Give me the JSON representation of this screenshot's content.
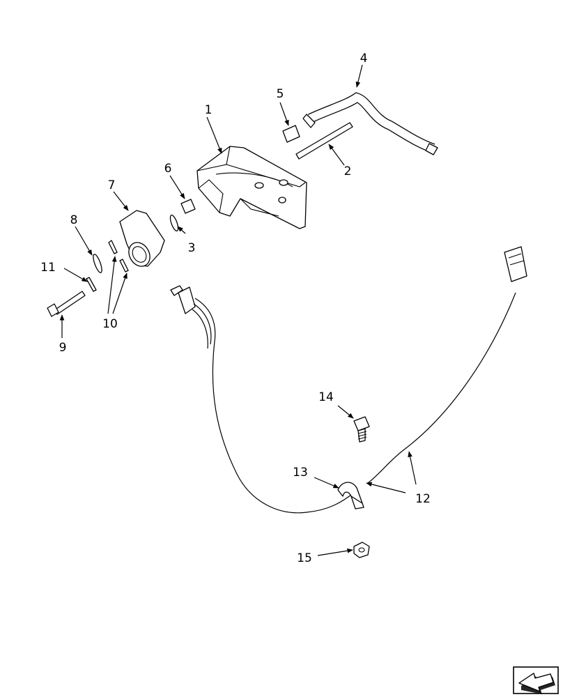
{
  "diagram": {
    "callouts": [
      {
        "id": "c1",
        "label": "1"
      },
      {
        "id": "c2",
        "label": "2"
      },
      {
        "id": "c3",
        "label": "3"
      },
      {
        "id": "c4",
        "label": "4"
      },
      {
        "id": "c5",
        "label": "5"
      },
      {
        "id": "c6",
        "label": "6"
      },
      {
        "id": "c7",
        "label": "7"
      },
      {
        "id": "c8",
        "label": "8"
      },
      {
        "id": "c9",
        "label": "9"
      },
      {
        "id": "c10",
        "label": "10"
      },
      {
        "id": "c11",
        "label": "11"
      },
      {
        "id": "c12",
        "label": "12"
      },
      {
        "id": "c13",
        "label": "13"
      },
      {
        "id": "c14",
        "label": "14"
      },
      {
        "id": "c15",
        "label": "15"
      }
    ],
    "nav_icon": "arrow-back-icon"
  }
}
